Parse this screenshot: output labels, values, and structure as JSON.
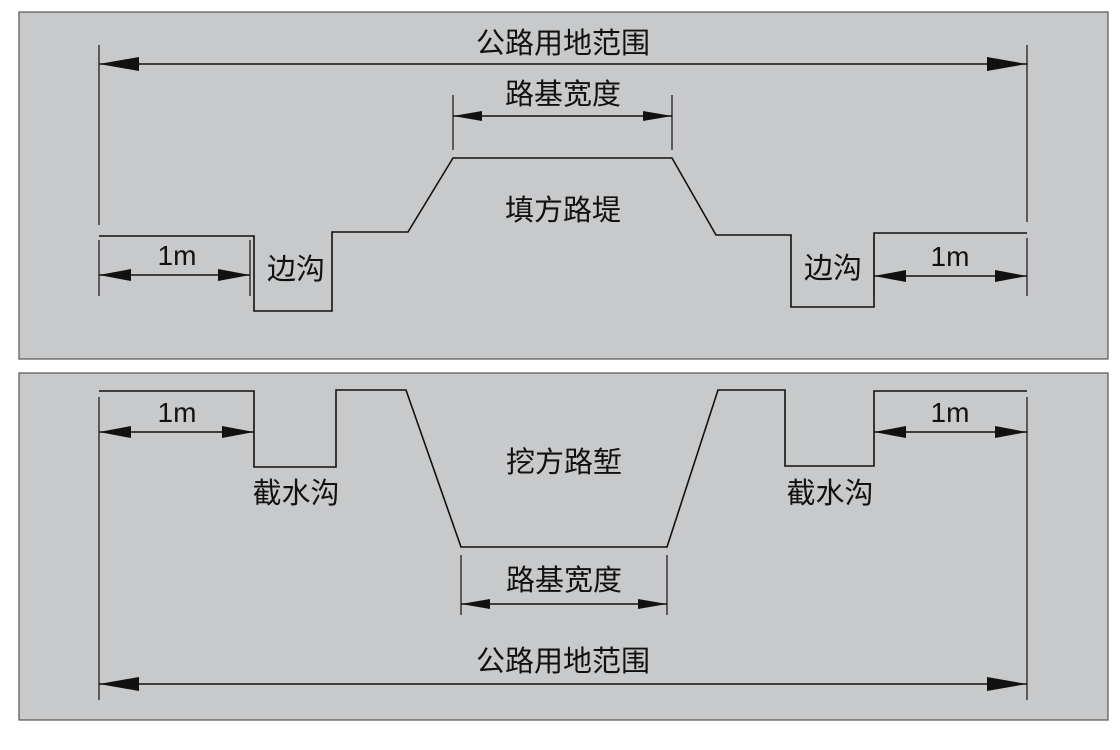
{
  "top_panel": {
    "land_width_label": "公路用地范围",
    "roadbed_width_label": "路基宽度",
    "embankment_label": "填方路堤",
    "left_ditch_label": "边沟",
    "right_ditch_label": "边沟",
    "left_offset_label": "1m",
    "right_offset_label": "1m"
  },
  "bottom_panel": {
    "land_width_label": "公路用地范围",
    "roadbed_width_label": "路基宽度",
    "cutting_label": "挖方路堑",
    "left_ditch_label": "截水沟",
    "right_ditch_label": "截水沟",
    "left_offset_label": "1m",
    "right_offset_label": "1m"
  }
}
